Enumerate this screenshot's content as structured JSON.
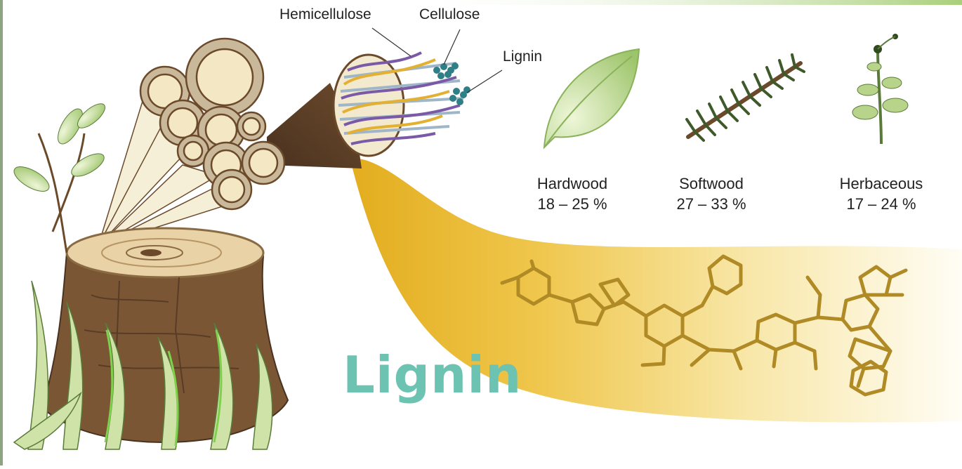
{
  "labels": {
    "hemicellulose": "Hemicellulose",
    "cellulose": "Cellulose",
    "lignin_part": "Lignin"
  },
  "plant_types": [
    {
      "name": "Hardwood",
      "range": "18 – 25 %"
    },
    {
      "name": "Softwood",
      "range": "27 – 33 %"
    },
    {
      "name": "Herbaceous",
      "range": "17 – 24 %"
    }
  ],
  "title": "Lignin",
  "colors": {
    "title": "#6cc3b1",
    "lignin_band": "#e8b62a",
    "lignin_structure": "#b08a24",
    "hemicellulose": "#7a5aa6",
    "cellulose": "#2f7f86",
    "bark": "#6b4a2b",
    "wood": "#f4e7c3",
    "top_bar": "#a9cf7b"
  },
  "icons": [
    "tree-stump-icon",
    "hardwood-leaf-icon",
    "softwood-branch-icon",
    "herbaceous-plant-icon"
  ]
}
